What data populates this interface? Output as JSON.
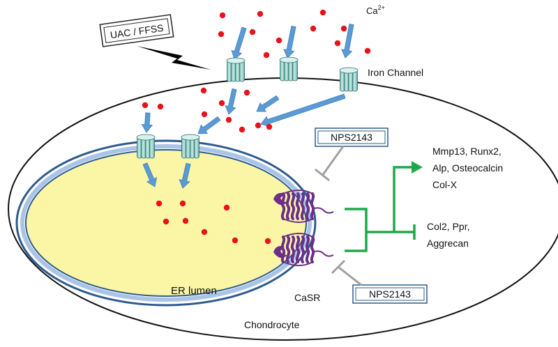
{
  "labels": {
    "stimulus": "UAC / FFSS",
    "calcium_base": "Ca",
    "calcium_charge": "2+",
    "channel": "Iron Channel",
    "er": "ER lumen",
    "receptor": "CaSR",
    "cell": "Chondrocyte",
    "inhibitor_top": "NPS2143",
    "inhibitor_bottom": "NPS2143"
  },
  "upregulated_genes": [
    "Mmp13, Runx2,",
    "Alp, Osteocalcin",
    "Col-X"
  ],
  "downregulated_genes": [
    "Col2, Ppr,",
    "Aggrecan"
  ],
  "colors": {
    "calcium_dot": "#e8121a",
    "arrow": "#5b9bd5",
    "arrow_edge": "#3f7fb9",
    "channel": "#9fd3cc",
    "channel_edge": "#2f6d69",
    "er_fill": "#fbf6a6",
    "er_membrane": "#2e5b8c",
    "receptor": "#6b2f8a",
    "signal": "#1fa84a",
    "inhibitor": "#a0a0a0",
    "box_border": "#2e5b8c"
  }
}
